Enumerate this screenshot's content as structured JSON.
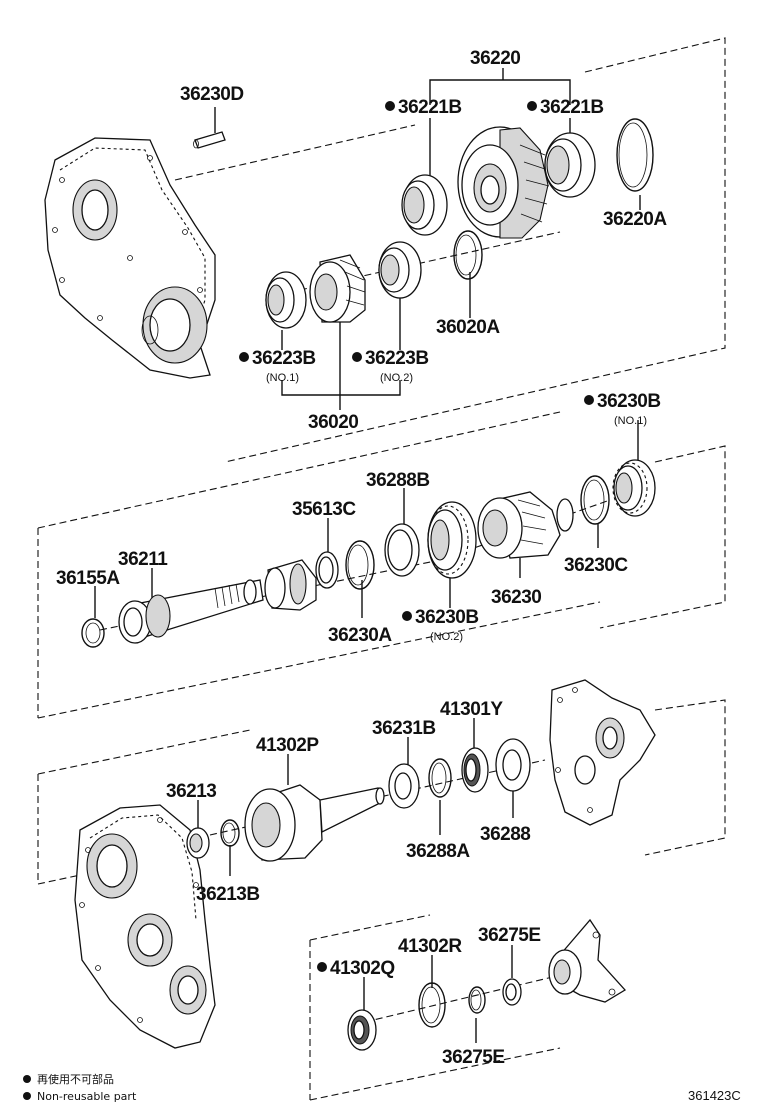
{
  "parts": {
    "p36230D": "36230D",
    "p36220": "36220",
    "p36221B_left": "36221B",
    "p36221B_right": "36221B",
    "p36220A": "36220A",
    "p36020A": "36020A",
    "p36223B_no1": "36223B",
    "p36223B_no1_note": "(NO.1)",
    "p36223B_no2": "36223B",
    "p36223B_no2_note": "(NO.2)",
    "p36020": "36020",
    "p36230B_no1": "36230B",
    "p36230B_no1_note": "(NO.1)",
    "p36288B": "36288B",
    "p35613C": "35613C",
    "p36211": "36211",
    "p36155A": "36155A",
    "p36230C": "36230C",
    "p36230": "36230",
    "p36230A": "36230A",
    "p36230B_no2": "36230B",
    "p36230B_no2_note": "(NO.2)",
    "p41301Y": "41301Y",
    "p36231B": "36231B",
    "p41302P": "41302P",
    "p36213": "36213",
    "p36213B": "36213B",
    "p36288A": "36288A",
    "p36288": "36288",
    "p36275E_top": "36275E",
    "p41302R": "41302R",
    "p41302Q": "41302Q",
    "p36275E_bottom": "36275E"
  },
  "legend": {
    "line1": "再使用不可部品",
    "line2": "Non-reusable part"
  },
  "reference": "361423C"
}
